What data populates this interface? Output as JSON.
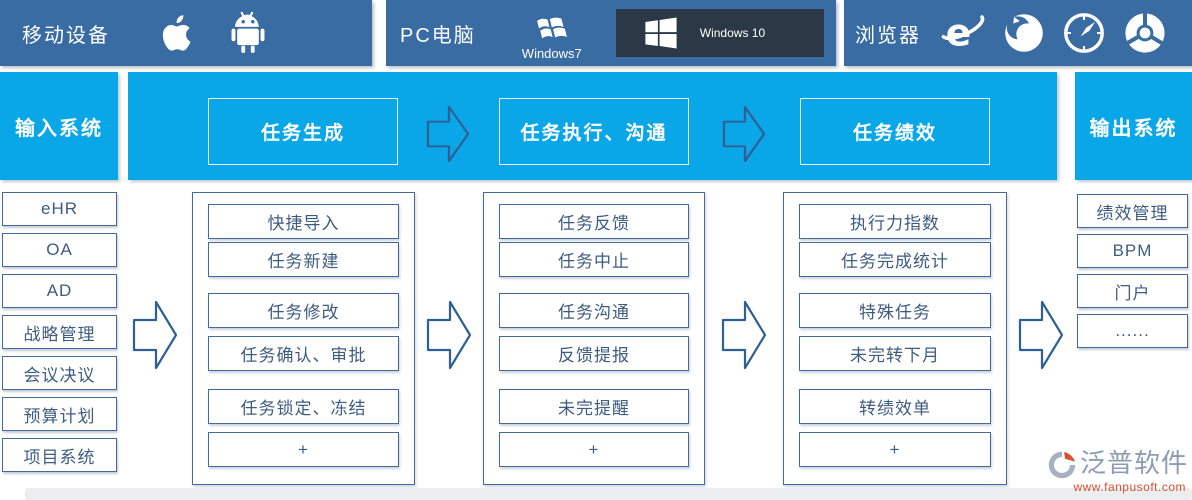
{
  "colors": {
    "top_bar_bg": "#3a6ca4",
    "win10_badge_bg": "#2b3845",
    "flow_bg": "#0aa7e8",
    "box_border": "#44699b",
    "box_text": "#3e5c80",
    "arrow_stroke": "#2f5f95",
    "brand_text": "#8b9cb3",
    "brand_url": "#d94f30",
    "footer_band": "#ecedef"
  },
  "device_bar": {
    "mobile": {
      "label": "移动设备",
      "icons": [
        "apple-icon",
        "android-icon"
      ]
    },
    "pc": {
      "label": "PC电脑",
      "windows7_caption": "Windows7",
      "windows10_label": "Windows 10"
    },
    "browser": {
      "label": "浏览器",
      "icons": [
        "ie-icon",
        "firefox-icon",
        "safari-icon",
        "chrome-icon"
      ]
    }
  },
  "flow": {
    "input_header": "输入系统",
    "output_header": "输出系统",
    "stages": [
      {
        "label": "任务生成"
      },
      {
        "label": "任务执行、沟通"
      },
      {
        "label": "任务绩效"
      }
    ]
  },
  "input_items": [
    "eHR",
    "OA",
    "AD",
    "战略管理",
    "会议决议",
    "预算计划",
    "项目系统"
  ],
  "stage_columns": [
    {
      "items": [
        "快捷导入",
        "任务新建",
        "任务修改",
        "任务确认、审批",
        "任务锁定、冻结",
        "+"
      ]
    },
    {
      "items": [
        "任务反馈",
        "任务中止",
        "任务沟通",
        "反馈提报",
        "未完提醒",
        "+"
      ]
    },
    {
      "items": [
        "执行力指数",
        "任务完成统计",
        "特殊任务",
        "未完转下月",
        "转绩效单",
        "+"
      ]
    }
  ],
  "output_items": [
    "绩效管理",
    "BPM",
    "门户",
    "......"
  ],
  "footer": {
    "brand": "泛普软件",
    "url": "www.fanpusoft.com"
  }
}
